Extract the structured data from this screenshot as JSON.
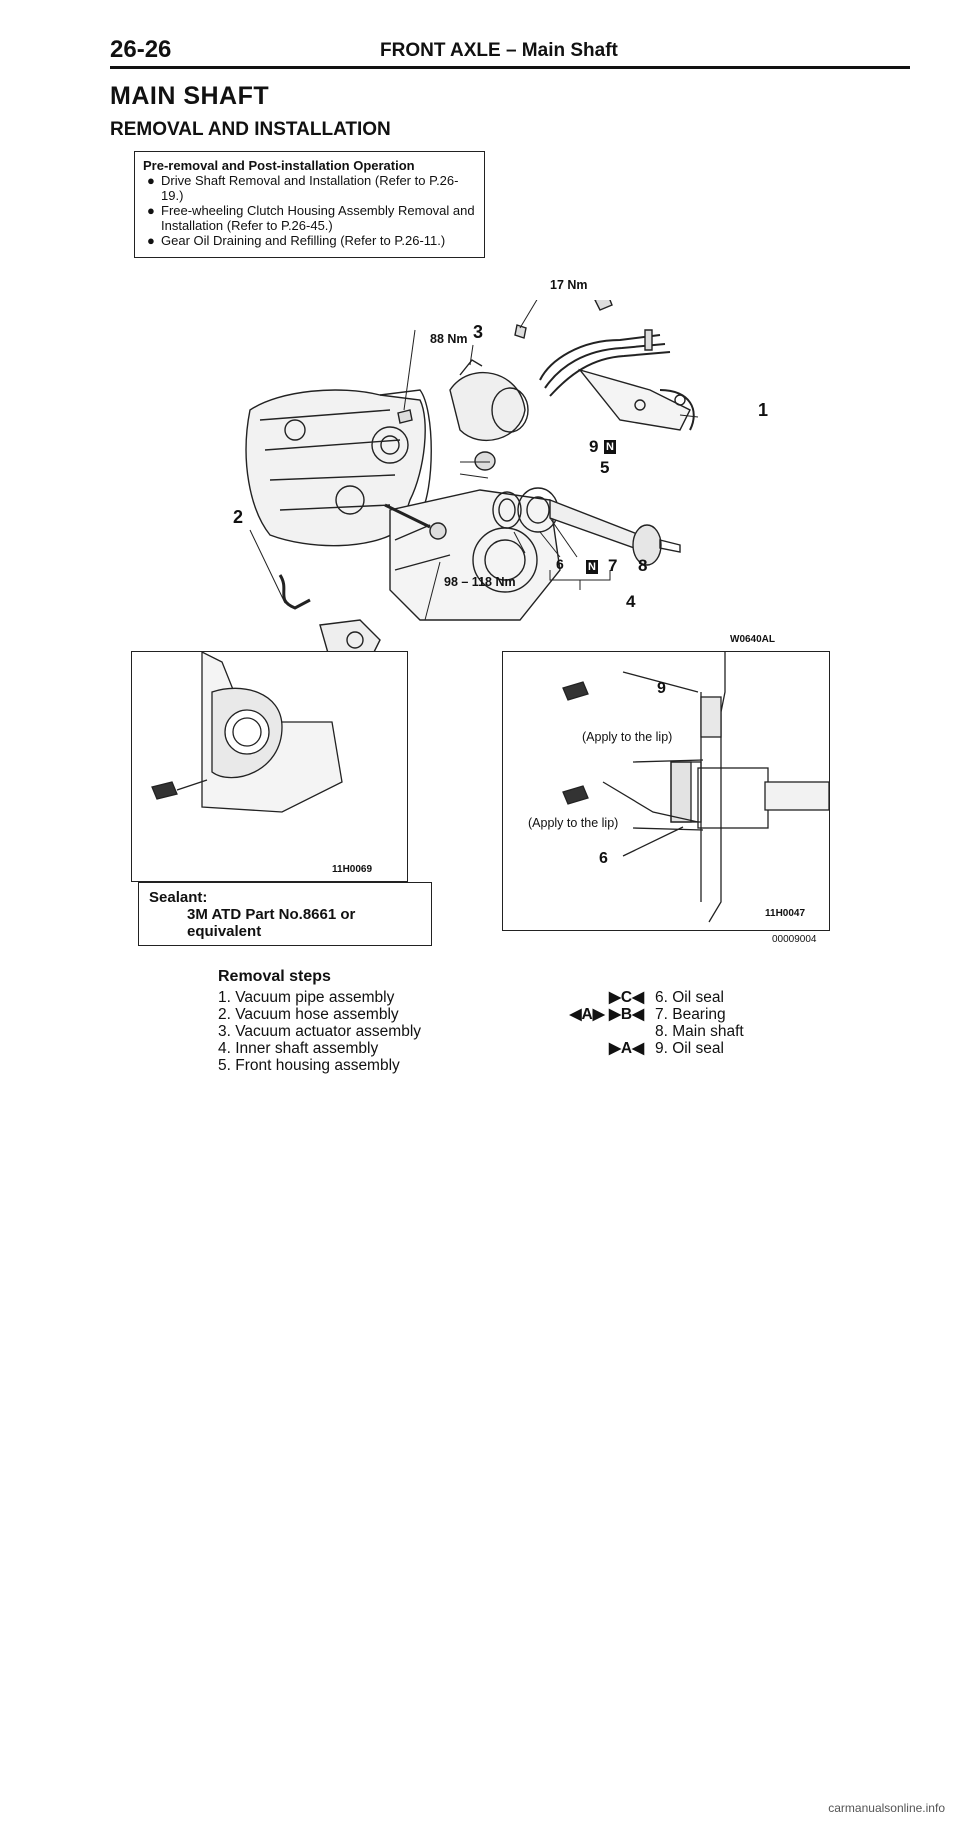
{
  "header": {
    "page_number": "26-26",
    "section": "FRONT AXLE – Main Shaft"
  },
  "title": "MAIN SHAFT",
  "subtitle": "REMOVAL AND INSTALLATION",
  "pre_box": {
    "heading": "Pre-removal and Post-installation Operation",
    "items": [
      "Drive Shaft Removal and Installation (Refer to P.26-19.)",
      "Free-wheeling Clutch Housing Assembly Removal and Installation (Refer to P.26-45.)",
      "Gear Oil Draining and Refilling (Refer to P.26-11.)"
    ],
    "bullet": "●"
  },
  "diagram": {
    "torques": {
      "t1": "17 Nm",
      "t2": "88 Nm",
      "t3": "98 – 118 Nm"
    },
    "callouts": [
      "1",
      "2",
      "3",
      "4",
      "5",
      "6",
      "7",
      "8",
      "9"
    ],
    "n_mark": "N",
    "code": "W0640AL"
  },
  "left_panel": {
    "code": "11H0069",
    "sealant_label": "Sealant:",
    "sealant_value": "3M ATD Part No.8661 or equivalent"
  },
  "right_panel": {
    "code": "11H0047",
    "apply1": "(Apply to the lip)",
    "apply2": "(Apply to the lip)",
    "num_top": "9",
    "num_bottom": "6"
  },
  "figure_code": "00009004",
  "removal": {
    "heading": "Removal steps",
    "left_steps": [
      "1. Vacuum pipe assembly",
      "2. Vacuum hose assembly",
      "3. Vacuum actuator assembly",
      "4. Inner shaft assembly",
      "5. Front housing assembly"
    ],
    "right_steps": [
      "6. Oil seal",
      "7. Bearing",
      "8. Main shaft",
      "9. Oil seal"
    ],
    "marks": [
      "▶C◀",
      "◀A▶  ▶B◀",
      "",
      "▶A◀"
    ]
  },
  "footer": "carmanualsonline.info"
}
